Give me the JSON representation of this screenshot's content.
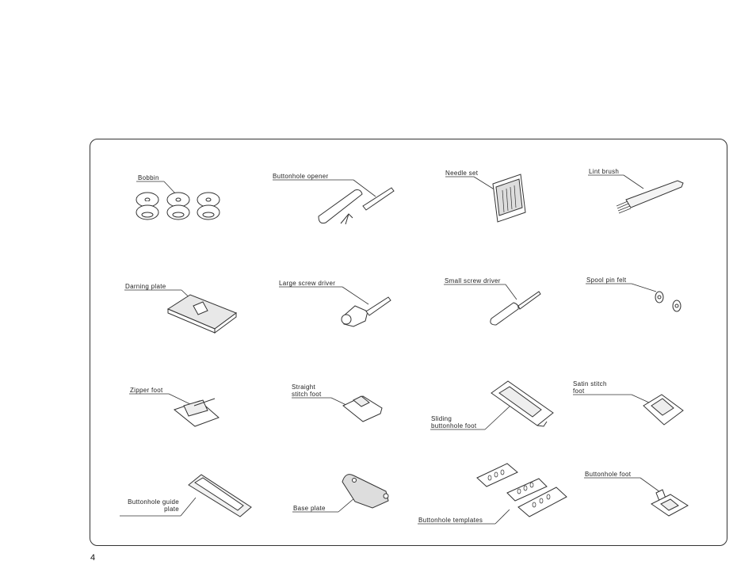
{
  "page_number": "4",
  "accessories": [
    {
      "id": "bobbin",
      "label": "Bobbin"
    },
    {
      "id": "buttonhole-opener",
      "label": "Buttonhole opener"
    },
    {
      "id": "needle-set",
      "label": "Needle set"
    },
    {
      "id": "lint-brush",
      "label": "Lint brush"
    },
    {
      "id": "darning-plate",
      "label": "Darning plate"
    },
    {
      "id": "large-screw-driver",
      "label": "Large screw driver"
    },
    {
      "id": "small-screw-driver",
      "label": "Small screw driver"
    },
    {
      "id": "spool-pin-felt",
      "label": "Spool pin felt"
    },
    {
      "id": "zipper-foot",
      "label": "Zipper foot"
    },
    {
      "id": "straight-stitch-foot",
      "label": "Straight\nstitch foot"
    },
    {
      "id": "sliding-buttonhole-foot",
      "label": "Sliding\nbuttonhole foot"
    },
    {
      "id": "satin-stitch-foot",
      "label": "Satin stitch\nfoot"
    },
    {
      "id": "buttonhole-guide-plate",
      "label": "Buttonhole guide\nplate"
    },
    {
      "id": "base-plate",
      "label": "Base plate"
    },
    {
      "id": "buttonhole-templates",
      "label": "Buttonhole templates"
    },
    {
      "id": "buttonhole-foot",
      "label": "Buttonhole foot"
    }
  ]
}
